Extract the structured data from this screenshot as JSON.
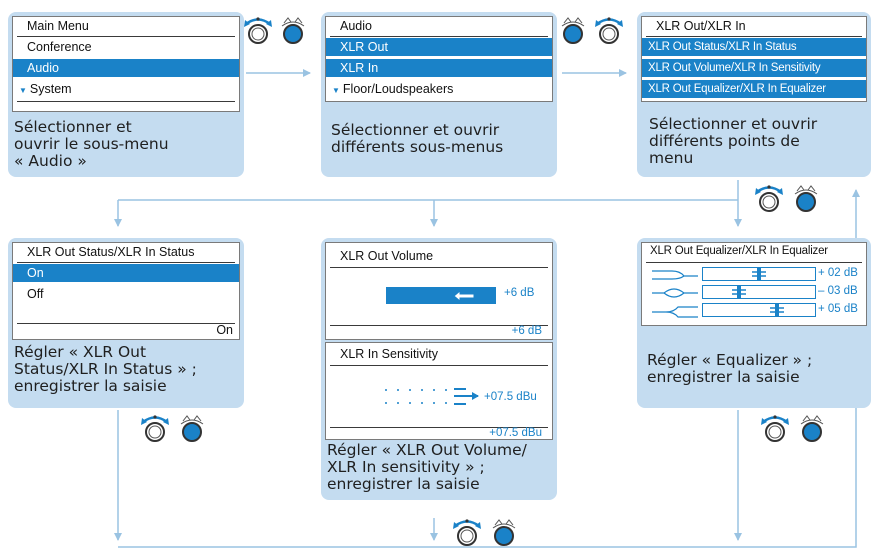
{
  "colors": {
    "panel": "#c4dcf0",
    "accent": "#1a82c8",
    "arrow": "#9ac3e2"
  },
  "panels": {
    "main": {
      "title": "Main Menu",
      "items": [
        "Conference",
        "Audio",
        "System"
      ],
      "selected": "Audio",
      "caption": "Sélectionner et\nouvrir le sous-menu\n« Audio »"
    },
    "audio": {
      "title": "Audio",
      "items": [
        "XLR Out",
        "XLR In",
        "Floor/Loudspeakers"
      ],
      "caption": "Sélectionner et ouvrir\ndifférents sous-menus"
    },
    "xlr": {
      "title": "XLR Out/XLR In",
      "items": [
        "XLR Out Status/XLR In Status",
        "XLR Out Volume/XLR In Sensitivity",
        "XLR Out Equalizer/XLR In Equalizer"
      ],
      "caption": "Sélectionner et ouvrir\ndifférents points de\nmenu"
    },
    "status": {
      "title": "XLR Out Status/XLR In Status",
      "items": [
        "On",
        "Off"
      ],
      "selected": "On",
      "current": "On",
      "caption": "Régler « XLR Out\nStatus/XLR In Status » ;\nenregistrer la saisie"
    },
    "volume": {
      "title": "XLR Out Volume",
      "bar_value": "+6 dB",
      "current": "+6 dB",
      "level": 1.0
    },
    "sensitivity": {
      "title": "XLR In Sensitivity",
      "bar_value": "+07.5 dBu",
      "current": "+07.5 dBu",
      "caption": "Régler « XLR Out Volume/\nXLR In sensitivity » ;\nenregistrer la saisie"
    },
    "equalizer": {
      "title": "XLR Out Equalizer/XLR In Equalizer",
      "bands": [
        {
          "value": "+ 02 dB",
          "icon": "low-shelf-icon"
        },
        {
          "value": "– 03 dB",
          "icon": "mid-peak-icon"
        },
        {
          "value": "+ 05 dB",
          "icon": "high-shelf-icon"
        }
      ],
      "caption": "Régler « Equalizer » ;\nenregistrer la saisie"
    }
  },
  "knob_icons": [
    "rotate-knob-icon",
    "press-knob-icon"
  ]
}
